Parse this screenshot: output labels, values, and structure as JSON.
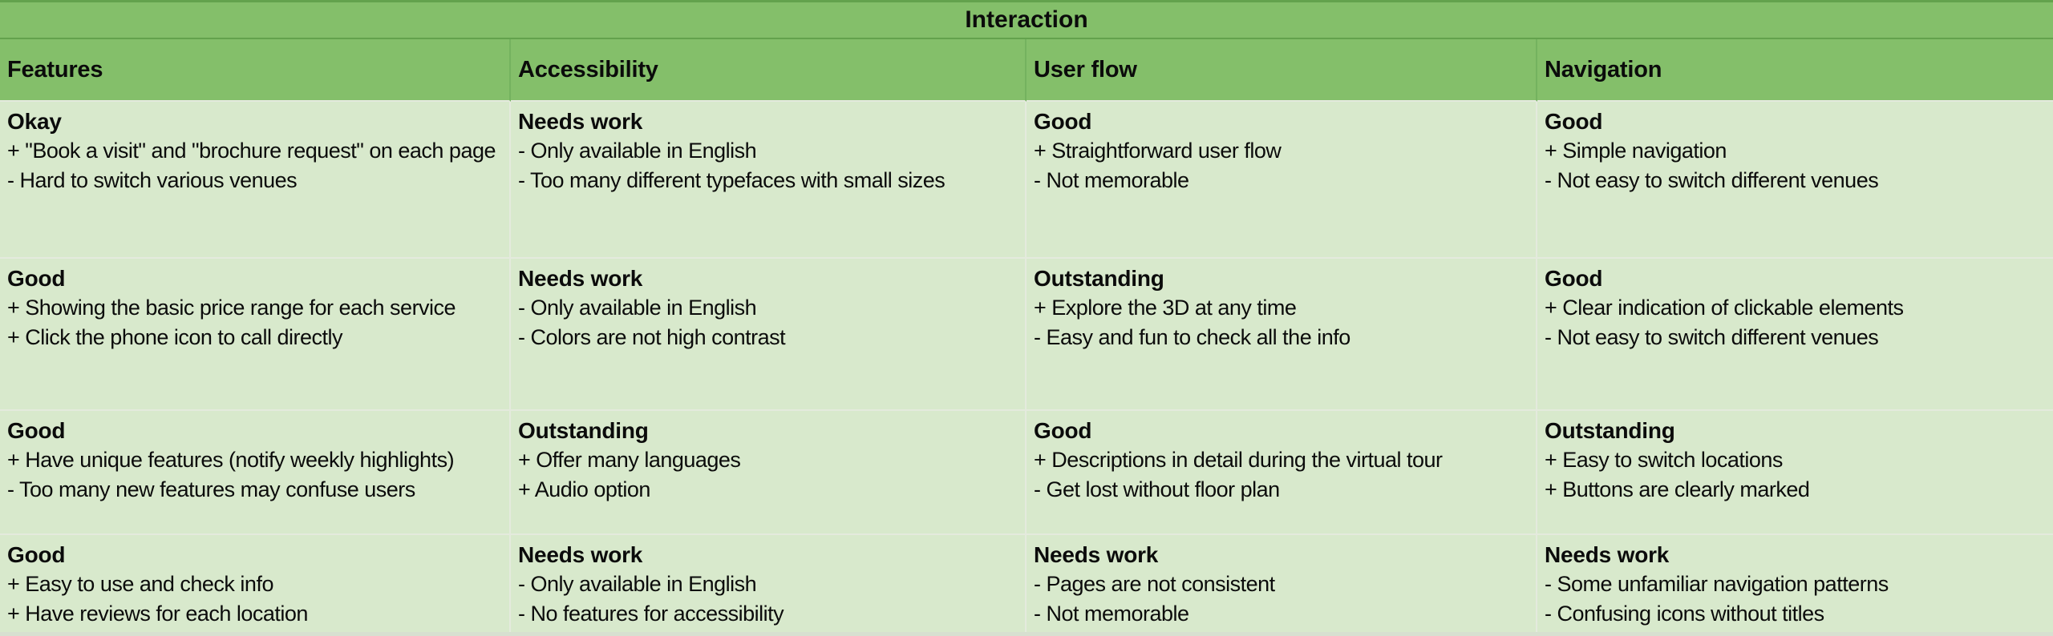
{
  "title": "Interaction",
  "columns": [
    "Features",
    "Accessibility",
    "User flow",
    "Navigation"
  ],
  "rows": [
    [
      {
        "rating": "Okay",
        "points": [
          "+ \"Book a visit\" and \"brochure request\" on each page",
          "- Hard to switch various venues"
        ]
      },
      {
        "rating": "Needs work",
        "points": [
          "- Only available in English",
          "- Too many different typefaces with small sizes"
        ]
      },
      {
        "rating": "Good",
        "points": [
          "+ Straightforward user flow",
          "- Not memorable"
        ]
      },
      {
        "rating": "Good",
        "points": [
          "+ Simple navigation",
          "- Not easy to switch different venues"
        ]
      }
    ],
    [
      {
        "rating": "Good",
        "points": [
          "+ Showing the basic price range for each service",
          "+ Click the phone icon to call directly"
        ]
      },
      {
        "rating": "Needs work",
        "points": [
          "- Only available in English",
          "- Colors are not high contrast"
        ]
      },
      {
        "rating": "Outstanding",
        "points": [
          "+ Explore the 3D at any time",
          "- Easy and fun to check all the info"
        ]
      },
      {
        "rating": "Good",
        "points": [
          "+ Clear indication of clickable elements",
          "- Not easy to switch different venues"
        ]
      }
    ],
    [
      {
        "rating": "Good",
        "points": [
          "+ Have unique features (notify weekly highlights)",
          "- Too many new features may confuse users"
        ]
      },
      {
        "rating": "Outstanding",
        "points": [
          "+ Offer many languages",
          "+ Audio option"
        ]
      },
      {
        "rating": "Good",
        "points": [
          "+ Descriptions in detail during the virtual tour",
          "- Get lost without floor plan"
        ]
      },
      {
        "rating": "Outstanding",
        "points": [
          "+ Easy to switch locations",
          "+ Buttons are clearly marked"
        ]
      }
    ],
    [
      {
        "rating": "Good",
        "points": [
          "+ Easy to use and check info",
          "+ Have reviews for each location"
        ]
      },
      {
        "rating": "Needs work",
        "points": [
          "- Only available in English",
          "- No features for accessibility"
        ]
      },
      {
        "rating": "Needs work",
        "points": [
          "- Pages are not consistent",
          "- Not memorable"
        ]
      },
      {
        "rating": "Needs work",
        "points": [
          "- Some unfamiliar navigation patterns",
          "- Confusing icons without titles"
        ]
      }
    ]
  ],
  "colors": {
    "header_green": "#84BF6A",
    "body_green": "#D8E9CC",
    "border_dark_green": "#63A24D",
    "border_header_vertical": "#74B25F",
    "border_light": "#E4EADD",
    "border_bottom_strip": "#D7E0D0",
    "text": "#0B0B0B"
  }
}
